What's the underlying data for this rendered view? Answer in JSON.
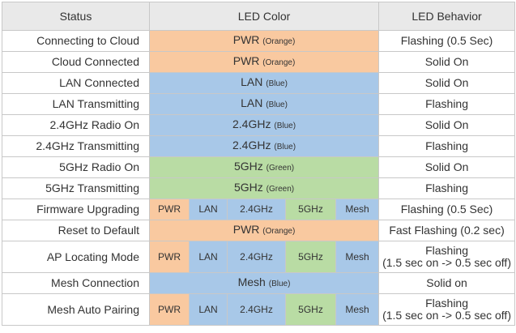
{
  "headers": {
    "status": "Status",
    "color": "LED Color",
    "behavior": "LED Behavior"
  },
  "rows": [
    {
      "status": "Connecting to Cloud",
      "led": "PWR",
      "led_note": "(Orange)",
      "behavior": "Flashing",
      "behavior_note": "(0.5 Sec)"
    },
    {
      "status": "Cloud Connected",
      "led": "PWR",
      "led_note": "(Orange)",
      "behavior": "Solid On",
      "behavior_note": ""
    },
    {
      "status": "LAN Connected",
      "led": "LAN",
      "led_note": "(Blue)",
      "behavior": "Solid On",
      "behavior_note": ""
    },
    {
      "status": "LAN Transmitting",
      "led": "LAN",
      "led_note": "(Blue)",
      "behavior": "Flashing",
      "behavior_note": ""
    },
    {
      "status": "2.4GHz Radio On",
      "led": "2.4GHz",
      "led_note": "(Blue)",
      "behavior": "Solid On",
      "behavior_note": ""
    },
    {
      "status": "2.4GHz Transmitting",
      "led": "2.4GHz",
      "led_note": "(Blue)",
      "behavior": "Flashing",
      "behavior_note": ""
    },
    {
      "status": "5GHz Radio On",
      "led": "5GHz",
      "led_note": "(Green)",
      "behavior": "Solid On",
      "behavior_note": ""
    },
    {
      "status": "5GHz Transmitting",
      "led": "5GHz",
      "led_note": "(Green)",
      "behavior": "Flashing",
      "behavior_note": ""
    },
    {
      "status": "Firmware Upgrading",
      "leds": [
        "PWR",
        "LAN",
        "2.4GHz",
        "5GHz",
        "Mesh"
      ],
      "behavior": "Flashing",
      "behavior_note": "(0.5 Sec)"
    },
    {
      "status": "Reset to Default",
      "led": "PWR",
      "led_note": "(Orange)",
      "behavior": "Fast Flashing",
      "behavior_note": "(0.2 sec)"
    },
    {
      "status": "AP Locating Mode",
      "leds": [
        "PWR",
        "LAN",
        "2.4GHz",
        "5GHz",
        "Mesh"
      ],
      "behavior": "Flashing",
      "behavior_note": "(1.5 sec on -> 0.5 sec off)"
    },
    {
      "status": "Mesh Connection",
      "led": "Mesh",
      "led_note": "(Blue)",
      "behavior": "Solid on",
      "behavior_note": ""
    },
    {
      "status": "Mesh Auto Pairing",
      "leds": [
        "PWR",
        "LAN",
        "2.4GHz",
        "5GHz",
        "Mesh"
      ],
      "behavior": "Flashing",
      "behavior_note": "(1.5 sec on -> 0.5 sec off)"
    }
  ],
  "colors": {
    "orange": "#f9c9a0",
    "blue": "#a8c8e8",
    "green": "#b9dca4"
  }
}
